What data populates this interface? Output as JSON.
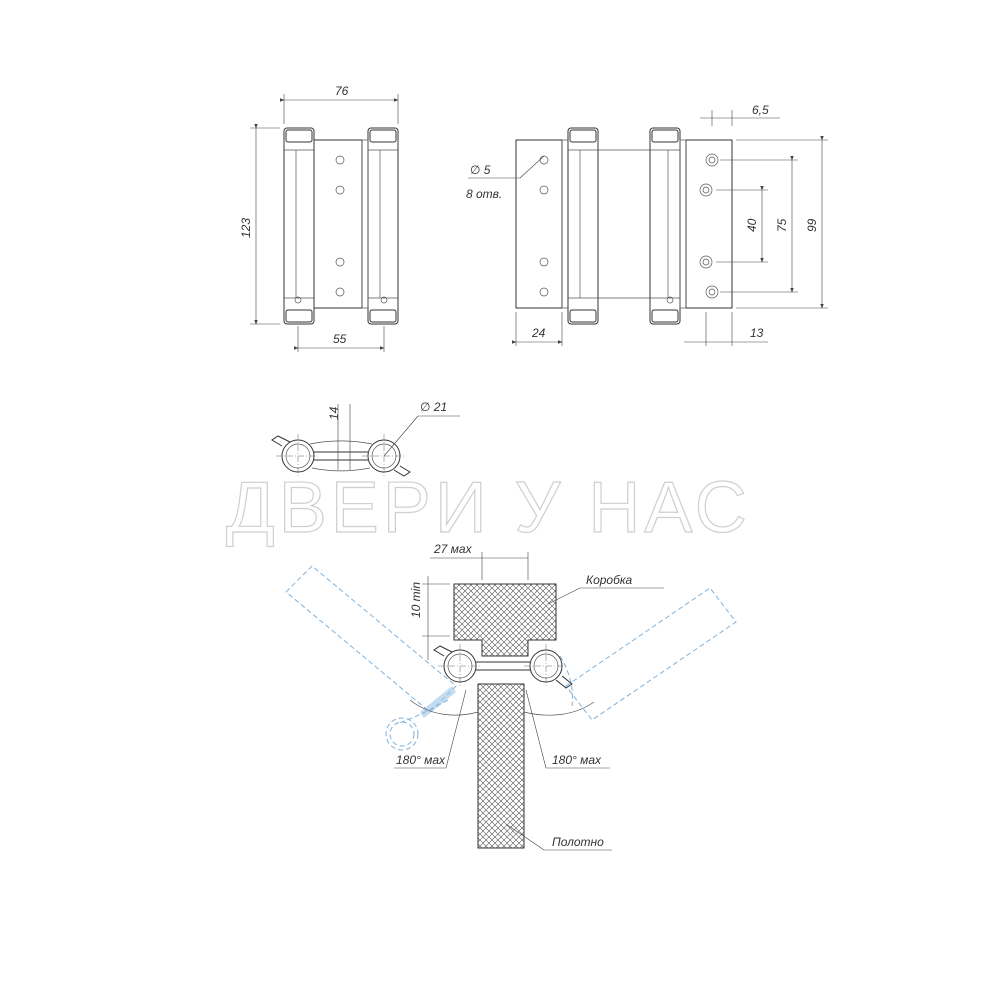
{
  "front_view": {
    "dim_width": "76",
    "dim_height": "123",
    "dim_base": "55"
  },
  "side_view": {
    "hole_label_1": "∅ 5",
    "hole_label_2": "8 отв.",
    "dim_top": "6,5",
    "dim_40": "40",
    "dim_75": "75",
    "dim_99": "99",
    "dim_24": "24",
    "dim_13": "13"
  },
  "section_view": {
    "dim_14": "14",
    "dim_diameter": "∅ 21"
  },
  "watermark": "ДВЕРИ У НАС",
  "install_view": {
    "dim_27max": "27 мах",
    "dim_10min": "10 min",
    "label_frame": "Коробка",
    "label_angle_left": "180° мах",
    "label_angle_right": "180° мах",
    "label_leaf": "Полотно"
  }
}
